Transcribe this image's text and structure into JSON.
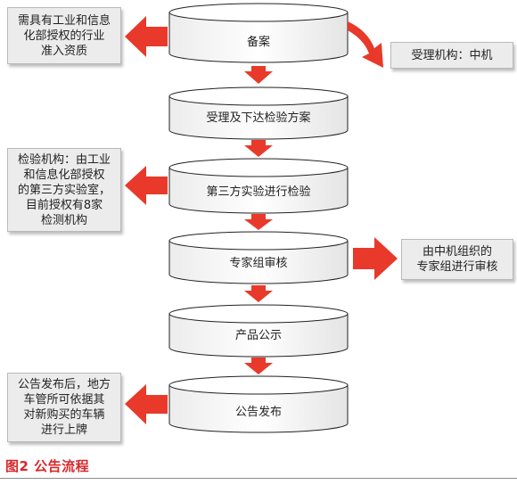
{
  "steps": [
    {
      "label": "备案"
    },
    {
      "label": "受理及下达检验方案"
    },
    {
      "label": "第三方实验进行检验"
    },
    {
      "label": "专家组审核"
    },
    {
      "label": "产品公示"
    },
    {
      "label": "公告发布"
    }
  ],
  "notes": {
    "qualification": "需具有工业和信息\n化部授权的行业\n准入资质",
    "acceptance": "受理机构：中机",
    "inspection": "检验机构：由工业\n和信息化部授权\n的第三方实验室，\n目前授权有8家\n检测机构",
    "review": "由中机组织的\n专家组进行审核",
    "announcement": "公告发布后，地方\n车管所可依据其\n对新购买的车辆\n进行上牌"
  },
  "caption": "图2  公告流程",
  "colors": {
    "arrow": "#e8392b",
    "note_bg": "#ececec",
    "caption": "#d9262a"
  }
}
